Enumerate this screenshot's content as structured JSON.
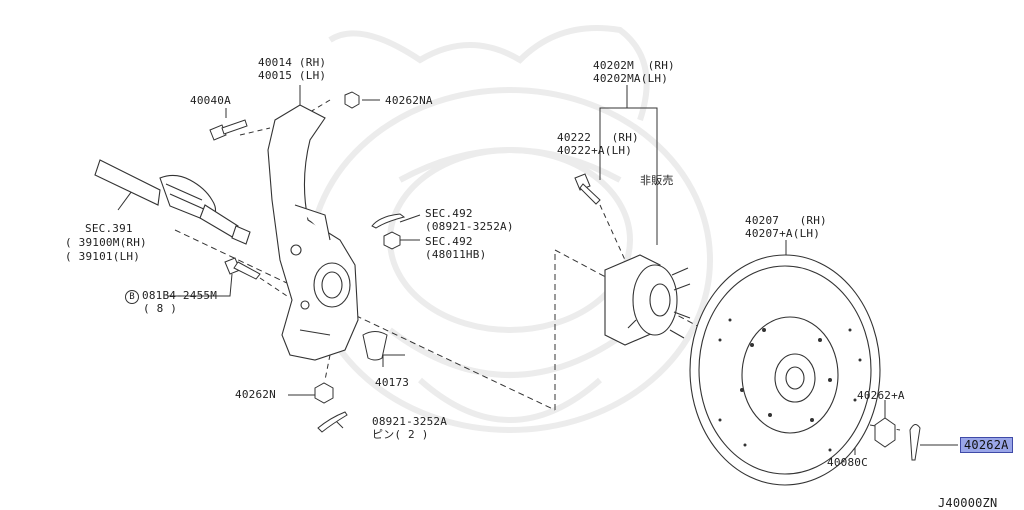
{
  "labels": {
    "knuckle_rh": "40014 (RH)",
    "knuckle_lh": "40015 (LH)",
    "bolt_40040a": "40040A",
    "nut_40262na": "40262NA",
    "hub_rh": "40202M  (RH)",
    "hub_lh": "40202MA(LH)",
    "stud_rh": "40222   (RH)",
    "stud_lh": "40222+A(LH)",
    "not_sold": "非販売",
    "sec391": "SEC.391",
    "sec391_rh": "( 39100M(RH)",
    "sec391_lh": "( 39101(LH)",
    "sec492_pin": "SEC.492",
    "sec492_pin_part": "(08921-3252A)",
    "sec492_nut": "SEC.492",
    "sec492_nut_part": "(48011HB)",
    "bolt_code": "081B4-2455M",
    "bolt_qty": "( 8 )",
    "bolt_prefix": "B",
    "rotor_rh": "40207   (RH)",
    "rotor_lh": "40207+A(LH)",
    "bush_40173": "40173",
    "nut_40262n": "40262N",
    "pin_code": "08921-3252A",
    "pin_qty": "ピン( 2 )",
    "nut_40262a_plus": "40262+A",
    "washer_40080c": "40080C",
    "highlight": "40262A",
    "diagram_code": "J40000ZN"
  },
  "colors": {
    "line": "#333333",
    "highlight_fill": "#9aa6e8",
    "highlight_border": "#3f4aa8",
    "watermark": "#ececec"
  }
}
